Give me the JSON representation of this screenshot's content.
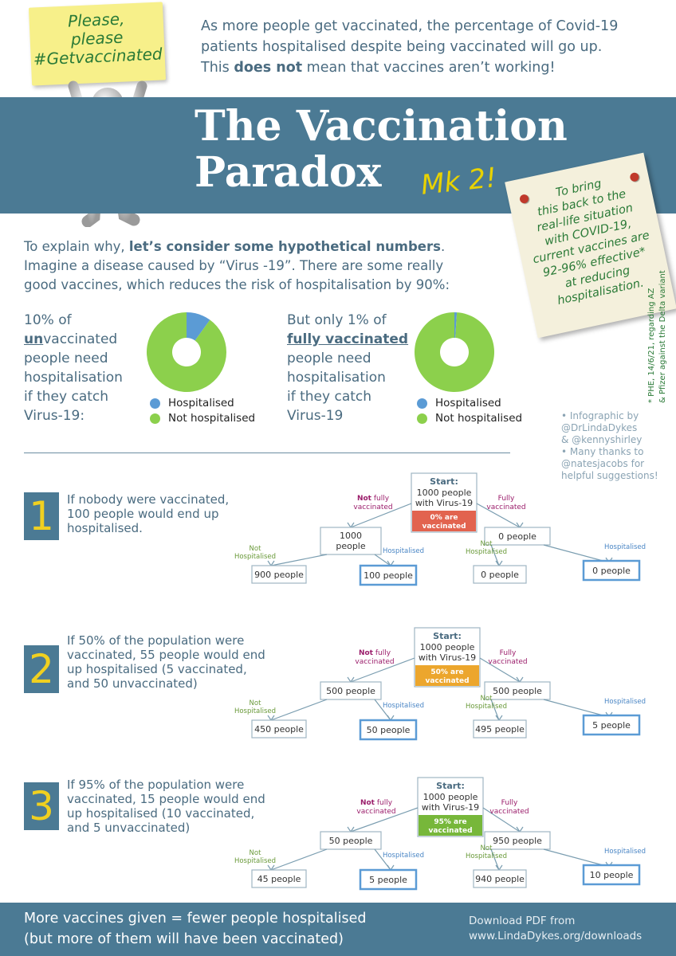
{
  "sticky_note": {
    "line1": "Please,",
    "line2": "please",
    "line3": "#Getvaccinated"
  },
  "intro": {
    "line1": "As more people get vaccinated, the percentage of Covid-19",
    "line2": "patients hospitalised despite being vaccinated will go up.",
    "line3_pre": "This ",
    "line3_bold": "does not",
    "line3_post": " mean that vaccines aren’t working!"
  },
  "title": {
    "line1": "The Vaccination",
    "line2": "Paradox",
    "mk2": "Mk 2!"
  },
  "reallife_note": {
    "lines": [
      "To bring",
      "this back to the",
      "real-life situation",
      "with COVID-19,",
      "current vaccines are",
      "92-96% effective*",
      "at reducing",
      "hospitalisation."
    ]
  },
  "footnote": {
    "line1": "* PHE, 14/6/21, regarding AZ",
    "line2": "& Pfizer against the Delta variant"
  },
  "explain": {
    "line1_pre": "To explain why, ",
    "line1_bold": "let’s consider some hypothetical numbers",
    "line1_post": ".",
    "line2": "Imagine a disease caused by “Virus -19”. There are some really",
    "line3": "good vaccines, which reduces the risk of hospitalisation by 90%:"
  },
  "stat_unvax": {
    "l1": "10% of",
    "l2_bold": "un",
    "l2_rest": "vaccinated",
    "l3": "people need",
    "l4": "hospitalisation",
    "l5": "if they catch",
    "l6": "Virus-19:"
  },
  "stat_vax": {
    "l1": "But only 1% of",
    "l2_bold": "fully vaccinated",
    "l3": "people need",
    "l4": "hospitalisation",
    "l5": "if they catch",
    "l6": "Virus-19"
  },
  "legend": {
    "hospitalised": "Hospitalised",
    "not_hospitalised": "Not hospitalised"
  },
  "colors": {
    "hospitalised": "#5b9bd5",
    "not_hospitalised": "#8cd04c",
    "banner": "#4b7a94",
    "red": "#e2634f",
    "orange": "#eca62d",
    "green": "#77b73a"
  },
  "chart_data": [
    {
      "type": "pie",
      "categories": [
        "Hospitalised",
        "Not hospitalised"
      ],
      "values": [
        10,
        90
      ]
    },
    {
      "type": "pie",
      "categories": [
        "Hospitalised",
        "Not hospitalised"
      ],
      "values": [
        1,
        99
      ]
    }
  ],
  "credits": {
    "c1": "• Infographic by",
    "c2": "@DrLindaDykes",
    "c3": "& @kennyshirley",
    "c4": "• Many thanks to",
    "c5": "@natesjacobs for",
    "c6": "helpful suggestions!"
  },
  "scenarios": [
    {
      "num": "1",
      "text_lines": [
        "If nobody were vaccinated,",
        "100 people would end up",
        "hospitalised."
      ],
      "start_label": "Start:",
      "start_l1": "1000 people",
      "start_l2": "with Virus-19",
      "badge_l1": "0% are",
      "badge_l2": "vaccinated",
      "not_fully_bold": "Not",
      "not_fully_rest": " fully",
      "not_fully_l2": "vaccinated",
      "fully_l1": "Fully",
      "fully_l2": "vaccinated",
      "left_node": "1000 people",
      "right_node": "0 people",
      "not_hosp_l1": "Not",
      "not_hosp_l2": "Hospitalised",
      "hosp_label": "Hospitalised",
      "ll": "900 people",
      "lr": "100 people",
      "rl": "0 people",
      "rr": "0 people"
    },
    {
      "num": "2",
      "text_lines": [
        "If 50% of the population were",
        "vaccinated, 55 people would end",
        "up hospitalised (5 vaccinated,",
        "and 50 unvaccinated)"
      ],
      "start_label": "Start:",
      "start_l1": "1000 people",
      "start_l2": "with Virus-19",
      "badge_l1": "50% are",
      "badge_l2": "vaccinated",
      "not_fully_bold": "Not",
      "not_fully_rest": " fully",
      "not_fully_l2": "vaccinated",
      "fully_l1": "Fully",
      "fully_l2": "vaccinated",
      "left_node": "500 people",
      "right_node": "500 people",
      "not_hosp_l1": "Not",
      "not_hosp_l2": "Hospitalised",
      "hosp_label": "Hospitalised",
      "ll": "450 people",
      "lr": "50 people",
      "rl": "495 people",
      "rr": "5 people"
    },
    {
      "num": "3",
      "text_lines": [
        "If 95% of the population were",
        "vaccinated, 15 people would end",
        "up hospitalised (10 vaccinated,",
        "and 5 unvaccinated)"
      ],
      "start_label": "Start:",
      "start_l1": "1000 people",
      "start_l2": "with Virus-19",
      "badge_l1": "95% are",
      "badge_l2": "vaccinated",
      "not_fully_bold": "Not",
      "not_fully_rest": " fully",
      "not_fully_l2": "vaccinated",
      "fully_l1": "Fully",
      "fully_l2": "vaccinated",
      "left_node": "50 people",
      "right_node": "950 people",
      "not_hosp_l1": "Not",
      "not_hosp_l2": "Hospitalised",
      "hosp_label": "Hospitalised",
      "ll": "45 people",
      "lr": "5 people",
      "rl": "940 people",
      "rr": "10 people"
    }
  ],
  "footer": {
    "main_l1": "More vaccines given = fewer people hospitalised",
    "main_l2": "(but more of them will have been vaccinated)",
    "right_l1": "Download PDF from",
    "right_l2": "www.LindaDykes.org/downloads"
  }
}
